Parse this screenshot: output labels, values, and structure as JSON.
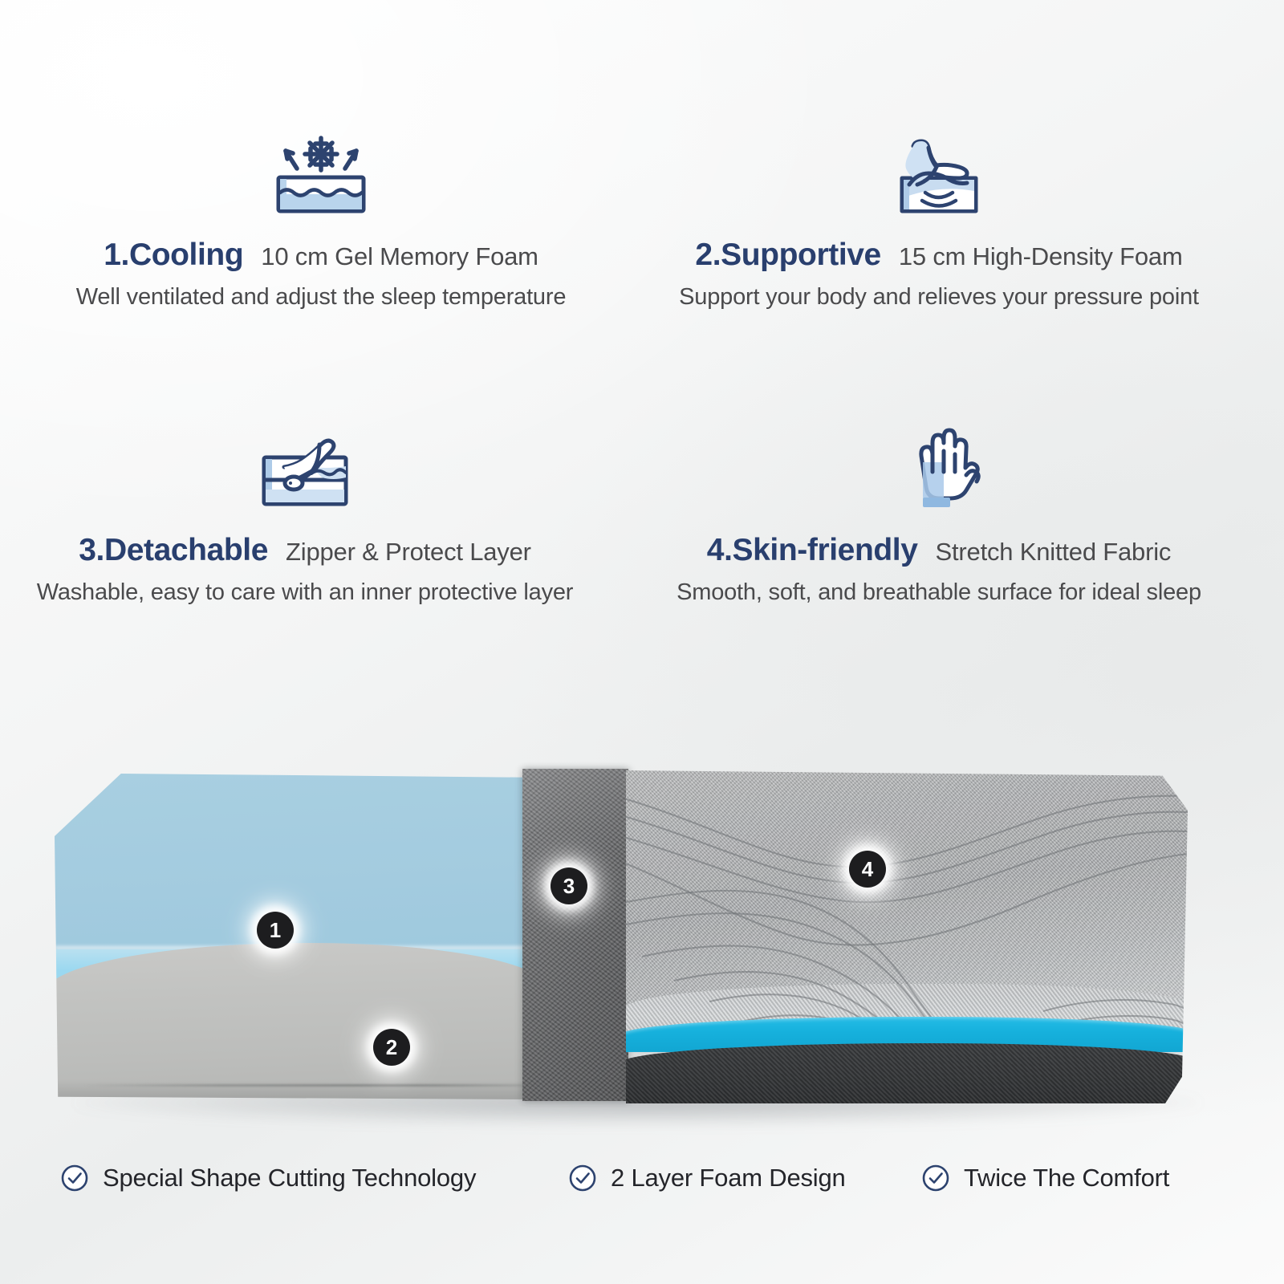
{
  "features": [
    {
      "icon": "cooling-mattress-snowflake-icon",
      "number_title": "1.Cooling",
      "spec": "10 cm Gel Memory Foam",
      "description": "Well ventilated and adjust the sleep temperature"
    },
    {
      "icon": "supportive-body-pressure-icon",
      "number_title": "2.Supportive",
      "spec": "15 cm High-Density Foam",
      "description": "Support your body and relieves your pressure point"
    },
    {
      "icon": "detachable-zipper-cover-icon",
      "number_title": "3.Detachable",
      "spec": "Zipper & Protect Layer",
      "description": "Washable, easy to care with an inner protective layer"
    },
    {
      "icon": "skin-friendly-hand-icon",
      "number_title": "4.Skin-friendly",
      "spec": "Stretch Knitted Fabric",
      "description": "Smooth, soft, and breathable surface for ideal sleep"
    }
  ],
  "product_callouts": [
    {
      "number": "1",
      "layer": "gel-memory-foam-layer"
    },
    {
      "number": "2",
      "layer": "high-density-support-foam-layer"
    },
    {
      "number": "3",
      "layer": "zipper-protect-cover-layer"
    },
    {
      "number": "4",
      "layer": "stretch-knitted-fabric-cover"
    }
  ],
  "bullets": [
    {
      "icon": "check-circle-icon",
      "label": "Special Shape Cutting Technology"
    },
    {
      "icon": "check-circle-icon",
      "label": "2 Layer Foam Design"
    },
    {
      "icon": "check-circle-icon",
      "label": "Twice The Comfort"
    }
  ],
  "colors": {
    "heading_navy": "#293f6e",
    "body_gray": "#4a4a4c",
    "icon_navy": "#2d436f",
    "icon_fill_blue": "#aecbe8",
    "gel_foam_blue": "#9ec9de",
    "support_foam_gray": "#c2c3c1",
    "cover_band_cyan": "#16b1dd",
    "base_charcoal": "#343638",
    "badge_dark": "#1d1d1f"
  }
}
